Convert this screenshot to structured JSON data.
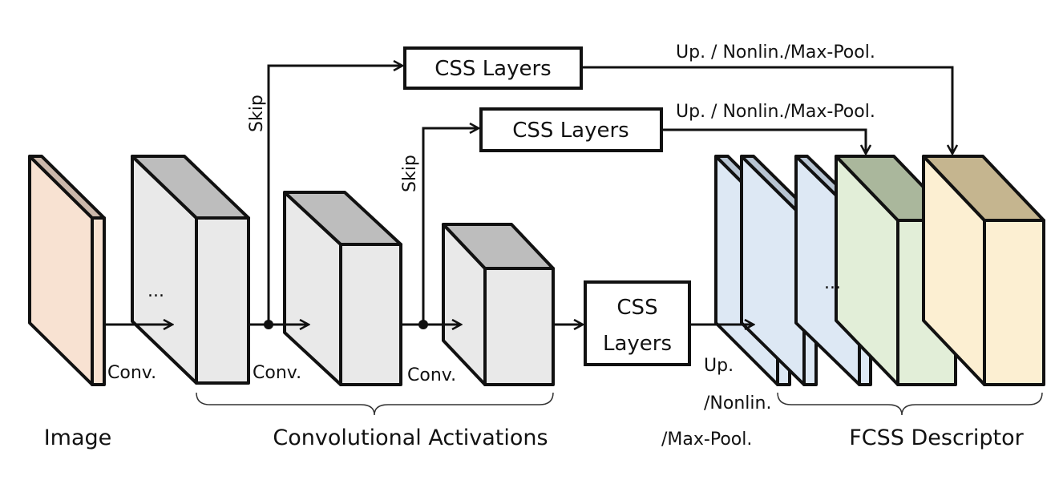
{
  "labels": {
    "image": "Image",
    "conv_activations": "Convolutional Activations",
    "fcss_descriptor": "FCSS Descriptor",
    "conv": "Conv.",
    "skip": "Skip",
    "ellipsis": "...",
    "css_layers": "CSS Layers",
    "css_layers_line1": "CSS",
    "css_layers_line2": "Layers",
    "top_op_label": "Up. / Nonlin./Max-Pool.",
    "mid_op_label": "Up. / Nonlin./Max-Pool.",
    "bottom_op_line1": "Up.",
    "bottom_op_line2": "/Nonlin.",
    "bottom_op_line3": "/Max-Pool."
  },
  "colors": {
    "image_front": "#f8e2d2",
    "image_top": "#cbb8ab",
    "conv_front": "#e9e9e9",
    "conv_top": "#bdbdbd",
    "desc_blue_front": "#dde8f4",
    "desc_blue_top": "#b8c5d3",
    "desc_green_front": "#e2eed8",
    "desc_green_top": "#aab79c",
    "desc_yellow_front": "#fcefd2",
    "desc_yellow_top": "#c5b58f"
  }
}
